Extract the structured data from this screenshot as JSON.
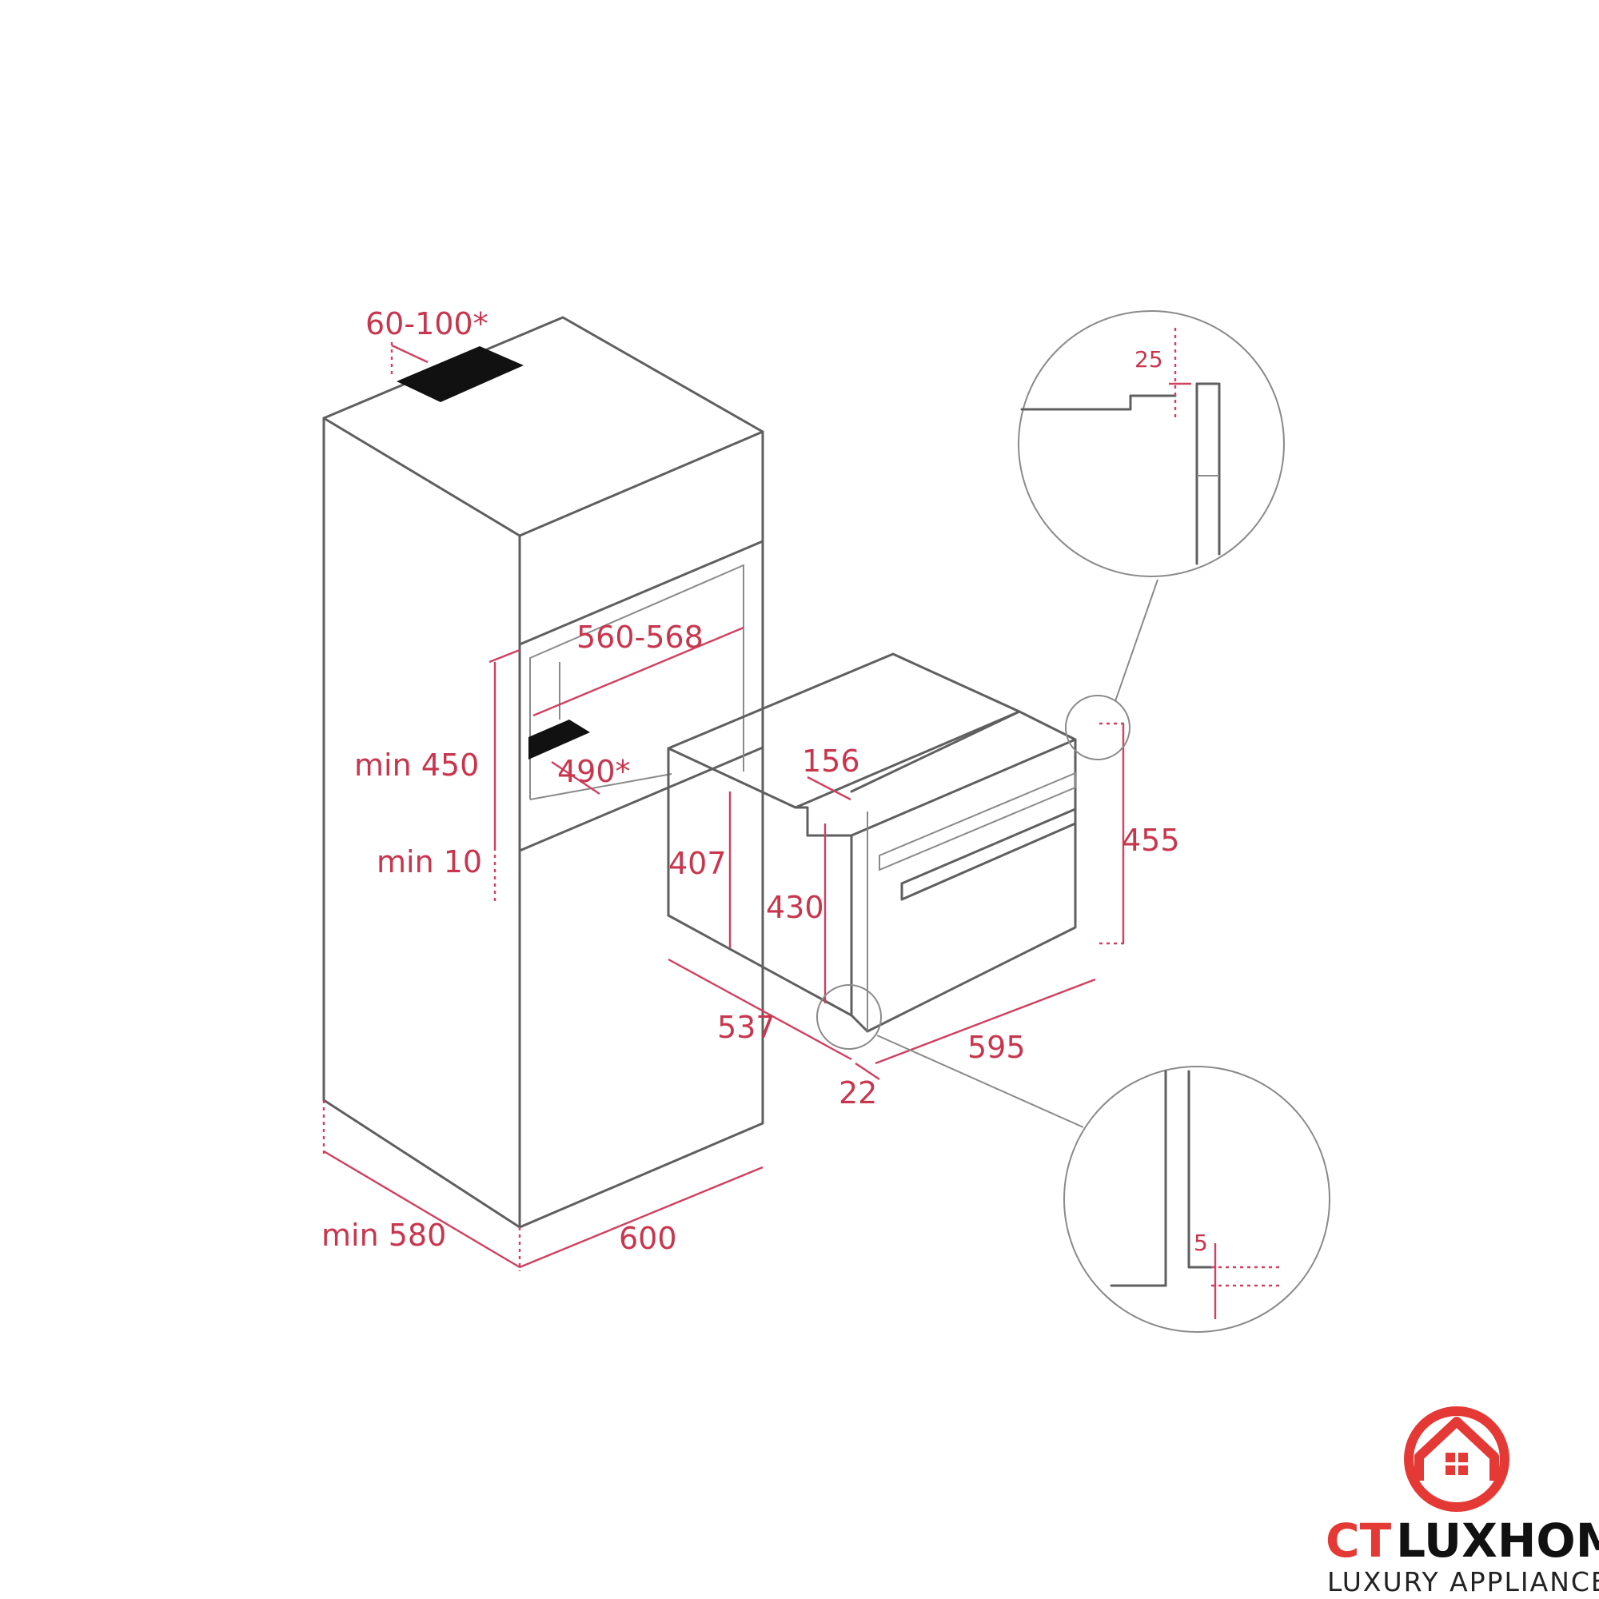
{
  "diagram": {
    "dimensions": {
      "vent_top": "60-100*",
      "niche_width": "560-568",
      "niche_height": "min 450",
      "niche_gap": "min 10",
      "vent_depth": "490*",
      "cabinet_depth": "min 580",
      "cabinet_width": "600",
      "oven_top_step": "156",
      "oven_body_height": "407",
      "oven_front_height": "430",
      "oven_total_height": "455",
      "oven_depth": "537",
      "oven_width": "595",
      "oven_front_offset": "22",
      "detail_top": "25",
      "detail_bottom": "5"
    }
  },
  "logo": {
    "brand_ct": "CT",
    "brand_lux": "LUXHOME",
    "tagline": "LUXURY APPLIANCES"
  },
  "colors": {
    "dimension": "#c8364e",
    "outline": "#5f5f5f",
    "logo_red": "#e53935"
  }
}
